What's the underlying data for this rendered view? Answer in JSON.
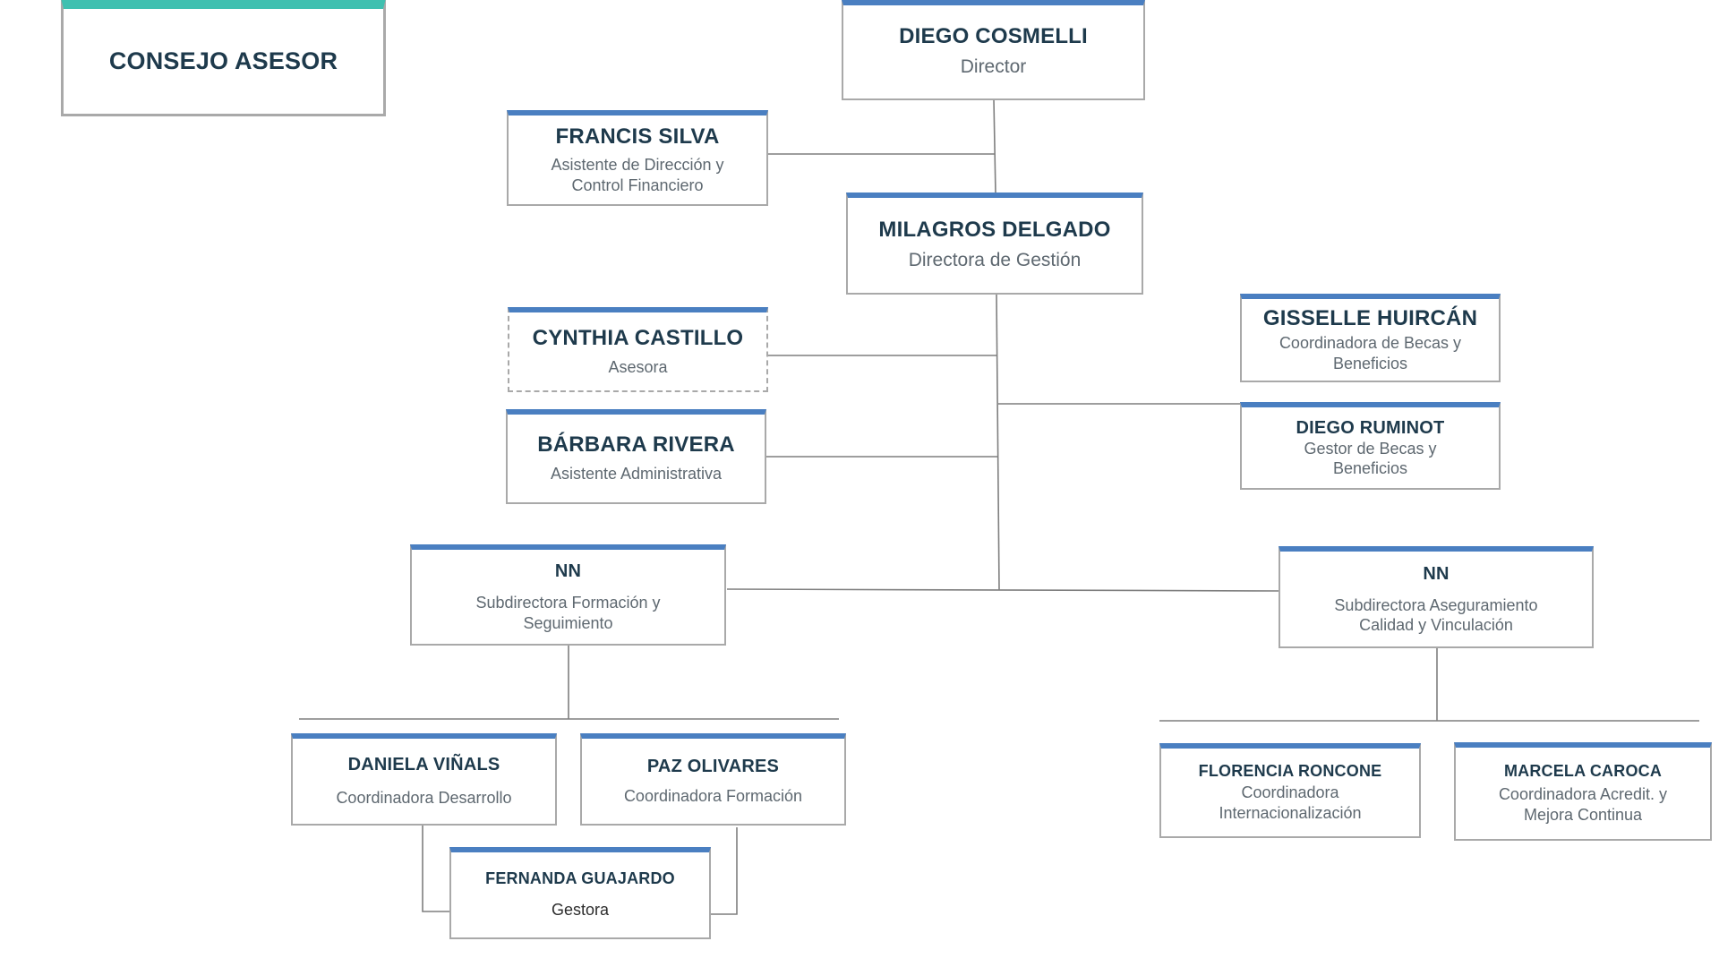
{
  "advisory": {
    "title": "CONSEJO ASESOR"
  },
  "nodes": [
    {
      "id": "cosmelli",
      "name": "DIEGO COSMELLI",
      "role": "Director"
    },
    {
      "id": "silva",
      "name": "FRANCIS SILVA",
      "role": "Asistente de Dirección y Control Financiero"
    },
    {
      "id": "delgado",
      "name": "MILAGROS DELGADO",
      "role": "Directora de Gestión"
    },
    {
      "id": "castillo",
      "name": "CYNTHIA CASTILLO",
      "role": "Asesora"
    },
    {
      "id": "rivera",
      "name": "BÁRBARA RIVERA",
      "role": "Asistente Administrativa"
    },
    {
      "id": "huircan",
      "name": "GISSELLE HUIRCÁN",
      "role": "Coordinadora de Becas y Beneficios"
    },
    {
      "id": "ruminot",
      "name": "DIEGO RUMINOT",
      "role": "Gestor de Becas y Beneficios"
    },
    {
      "id": "nn_formacion",
      "name": "NN",
      "role": "Subdirectora Formación y Seguimiento"
    },
    {
      "id": "nn_calidad",
      "name": "NN",
      "role": "Subdirectora Aseguramiento Calidad  y Vinculación"
    },
    {
      "id": "vinals",
      "name": "DANIELA VIÑALS",
      "role": "Coordinadora Desarrollo"
    },
    {
      "id": "olivares",
      "name": "PAZ OLIVARES",
      "role": "Coordinadora  Formación"
    },
    {
      "id": "guajardo",
      "name": "FERNANDA GUAJARDO",
      "role": "Gestora"
    },
    {
      "id": "roncone",
      "name": "FLORENCIA RONCONE",
      "role": "Coordinadora Internacionalización"
    },
    {
      "id": "caroca",
      "name": "MARCELA CAROCA",
      "role": "Coordinadora Acredit. y Mejora Continua"
    }
  ],
  "colors": {
    "accent": "#4a7fc1",
    "advisory_accent": "#3fc0b0",
    "text": "#1e3a4c",
    "border": "#a9a9a9"
  }
}
